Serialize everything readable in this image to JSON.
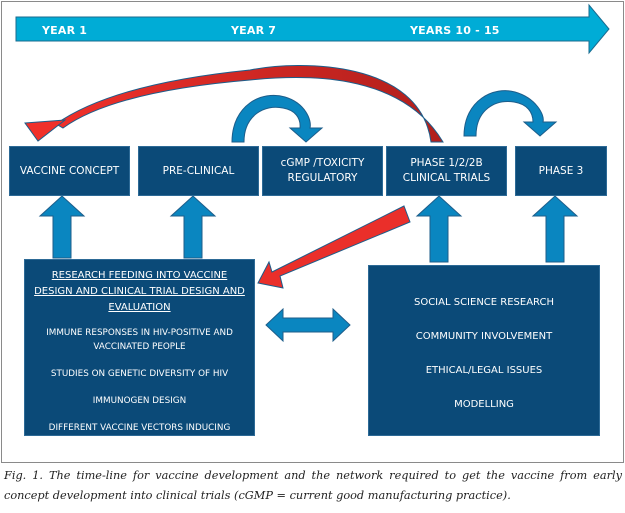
{
  "timeline": {
    "labels": [
      "YEAR 1",
      "YEAR  7",
      "YEARS 10 - 15"
    ],
    "color": "#00acd6"
  },
  "stages": [
    {
      "label": "VACCINE CONCEPT"
    },
    {
      "label": "PRE-CLINICAL"
    },
    {
      "label": "cGMP /TOXICITY REGULATORY"
    },
    {
      "label": "PHASE  1/2/2B CLINICAL TRIALS"
    },
    {
      "label": "PHASE 3"
    }
  ],
  "research_panel": {
    "heading": "RESEARCH FEEDING INTO VACCINE DESIGN AND CLINICAL  TRIAL DESIGN AND EVALUATION",
    "items": [
      "IMMUNE RESPONSES IN HIV-POSITIVE AND VACCINATED  PEOPLE",
      "STUDIES ON GENETIC DIVERSITY OF HIV",
      "IMMUNOGEN DESIGN",
      "DIFFERENT VACCINE VECTORS INDUCING DIFFERENT RESPONSES"
    ]
  },
  "social_panel": {
    "items": [
      "SOCIAL SCIENCE RESEARCH",
      "COMMUNITY INVOLVEMENT",
      "ETHICAL/LEGAL ISSUES",
      "MODELLING"
    ]
  },
  "colors": {
    "box_fill": "#0b4a78",
    "arrow_blue": "#0a86c0",
    "arrow_red": "#e8302a"
  },
  "caption": "Fig. 1. The time-line for vaccine development and the network required to get the vaccine from early concept development into clinical trials (cGMP = current good manufacturing practice)."
}
